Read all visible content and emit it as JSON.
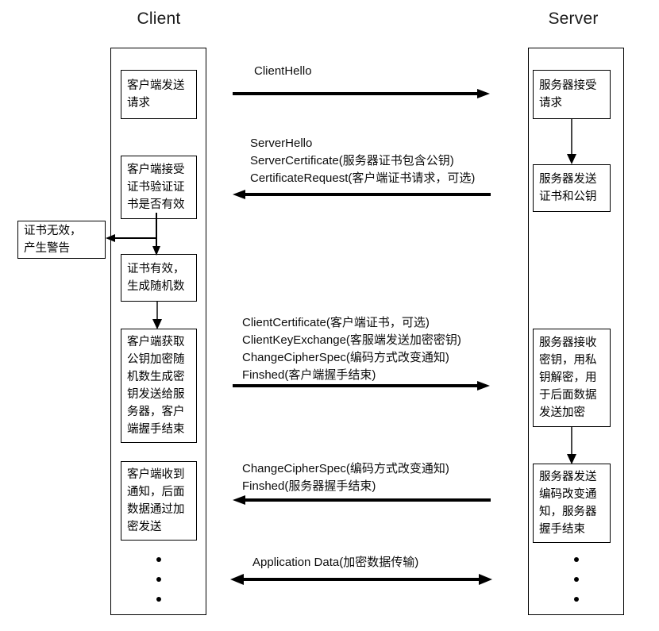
{
  "diagram": {
    "title_client": "Client",
    "title_server": "Server"
  },
  "client_boxes": [
    {
      "id": "client-send-request",
      "text": "客户端发送\n请求"
    },
    {
      "id": "client-verify-cert",
      "text": "客户端接受\n证书验证证\n书是否有效"
    },
    {
      "id": "client-cert-valid",
      "text": "证书有效，\n生成随机数"
    },
    {
      "id": "client-encrypt-key",
      "text": "客户端获取\n公钥加密随\n机数生成密\n钥发送给服\n务器，客户\n端握手结束"
    },
    {
      "id": "client-received-notice",
      "text": "客户端收到\n通知，后面\n数据通过加\n密发送"
    }
  ],
  "alert_box": {
    "id": "cert-invalid-alert",
    "text": "证书无效，\n产生警告"
  },
  "server_boxes": [
    {
      "id": "server-receive-request",
      "text": "服务器接受\n请求"
    },
    {
      "id": "server-send-cert",
      "text": "服务器发送\n证书和公钥"
    },
    {
      "id": "server-receive-key",
      "text": "服务器接收\n密钥，用私\n钥解密，用\n于后面数据\n发送加密"
    },
    {
      "id": "server-send-changecipher",
      "text": "服务器发送\n编码改变通\n知，服务器\n握手结束"
    }
  ],
  "messages": [
    {
      "id": "msg-client-hello",
      "direction": "right",
      "text": "ClientHello"
    },
    {
      "id": "msg-server-hello",
      "direction": "left",
      "text": "ServerHello\nServerCertificate(服务器证书包含公钥)\nCertificateRequest(客户端证书请求，可选)"
    },
    {
      "id": "msg-client-key-exchange",
      "direction": "right",
      "text": "ClientCertificate(客户端证书，可选)\nClientKeyExchange(客服端发送加密密钥)\nChangeCipherSpec(编码方式改变通知)\nFinshed(客户端握手结束)"
    },
    {
      "id": "msg-server-changecipher",
      "direction": "left",
      "text": "ChangeCipherSpec(编码方式改变通知)\nFinshed(服务器握手结束)"
    },
    {
      "id": "msg-application-data",
      "direction": "both",
      "text": "Application Data(加密数据传输)"
    }
  ],
  "colors": {
    "stroke": "#000000",
    "background": "#ffffff",
    "title": "#1a1a1a"
  }
}
